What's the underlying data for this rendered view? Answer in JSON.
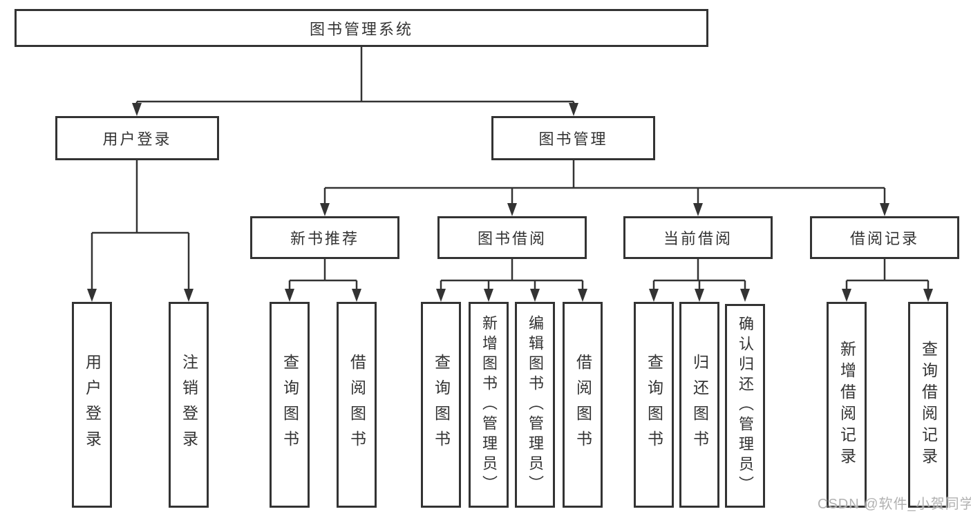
{
  "tree": {
    "root": "图书管理系统",
    "branches": [
      {
        "label": "用户登录",
        "leaves": [
          "用户登录",
          "注销登录"
        ]
      },
      {
        "label": "图书管理",
        "groups": [
          {
            "label": "新书推荐",
            "leaves": [
              "查询图书",
              "借阅图书"
            ]
          },
          {
            "label": "图书借阅",
            "leaves": [
              "查询图书",
              "新增图书（管理员）",
              "编辑图书（管理员）",
              "借阅图书"
            ]
          },
          {
            "label": "当前借阅",
            "leaves": [
              "查询图书",
              "归还图书",
              "确认归还（管理员）"
            ]
          },
          {
            "label": "借阅记录",
            "leaves": [
              "新增借阅记录",
              "查询借阅记录"
            ]
          }
        ]
      }
    ]
  },
  "watermark": "CSDN @软件_小贺同学",
  "colors": {
    "line": "#333333",
    "box_border": "#333333",
    "text": "#333333",
    "watermark": "#a8a8a8",
    "background": "#ffffff"
  }
}
